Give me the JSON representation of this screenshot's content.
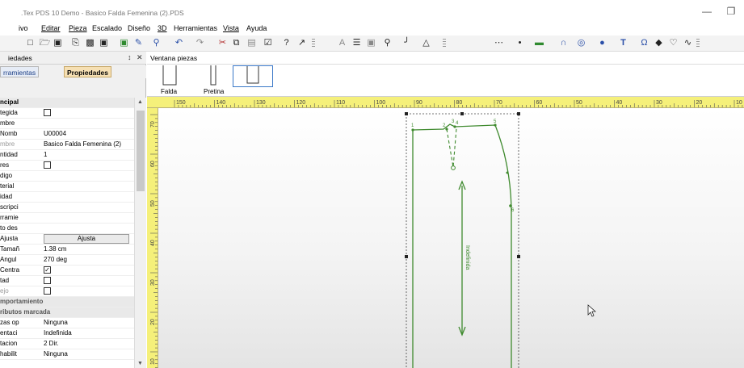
{
  "window": {
    "title": ".Tex PDS 10 Demo - Basico Falda Femenina (2).PDS",
    "minimize_glyph": "—",
    "restore_glyph": "❐"
  },
  "menu": [
    "ivo",
    "Editar",
    "Pieza",
    "Escalado",
    "Diseño",
    "3D",
    "Herramientas",
    "Vista",
    "Ayuda"
  ],
  "toolbar": {
    "icons": [
      "new-file-icon",
      "open-folder-icon",
      "save-icon",
      "print-icon",
      "printer-setup-icon",
      "screen-icon",
      "grid-toggle-icon",
      "pattern-icon",
      "zoom-icon",
      "undo-icon",
      "redo-icon",
      "cut-icon",
      "copy-icon",
      "paste-icon",
      "check-icon",
      "help-icon",
      "context-help-icon",
      "text-tool-icon",
      "stack-icon",
      "library-icon",
      "measure-icon",
      "trace-icon",
      "mirror-icon",
      "notch-icon",
      "point-icon",
      "line-icon",
      "arc-icon",
      "circle-icon",
      "fill-icon",
      "text-T-icon",
      "pleat-icon",
      "dart-icon",
      "curve-icon"
    ]
  },
  "left_panel": {
    "header": "iedades",
    "pin_glyph": "↕",
    "close_glyph": "✕",
    "tabs": [
      "rramientas",
      "Propiedades"
    ],
    "rows": [
      {
        "type": "section",
        "label": "ncipal"
      },
      {
        "type": "check",
        "label": "tegida",
        "checked": false
      },
      {
        "type": "text",
        "label": "mbre",
        "value": ""
      },
      {
        "type": "text",
        "label": "Nomb",
        "value": "U00004"
      },
      {
        "type": "text",
        "label": "mbre",
        "value": "Basico Falda Femenina (2)",
        "dim": true
      },
      {
        "type": "text",
        "label": "ntidad",
        "value": "1"
      },
      {
        "type": "check",
        "label": "res",
        "checked": false
      },
      {
        "type": "text",
        "label": "digo",
        "value": ""
      },
      {
        "type": "text",
        "label": "terial",
        "value": ""
      },
      {
        "type": "text",
        "label": "idad",
        "value": ""
      },
      {
        "type": "text",
        "label": "scripci",
        "value": ""
      },
      {
        "type": "text",
        "label": "rramie",
        "value": ""
      },
      {
        "type": "text",
        "label": "to des",
        "value": ""
      },
      {
        "type": "button",
        "label": "Ajusta",
        "value": "Ajusta"
      },
      {
        "type": "text",
        "label": "Tamañ",
        "value": "1.38 cm"
      },
      {
        "type": "text",
        "label": "Angul",
        "value": "270 deg"
      },
      {
        "type": "check",
        "label": "Centra",
        "checked": true
      },
      {
        "type": "check",
        "label": "tad",
        "checked": false
      },
      {
        "type": "check",
        "label": "ejo",
        "checked": false,
        "dim": true
      },
      {
        "type": "section",
        "label": "mportamiento"
      },
      {
        "type": "section",
        "label": "ributos marcada"
      },
      {
        "type": "text",
        "label": "zas op",
        "value": "Ninguna"
      },
      {
        "type": "text",
        "label": "entaci",
        "value": "Indefinida"
      },
      {
        "type": "text",
        "label": "tacion",
        "value": "2 Dir."
      },
      {
        "type": "text",
        "label": "habilit",
        "value": "Ninguna"
      }
    ]
  },
  "pieces_window": {
    "title": "Ventana piezas",
    "pieces": [
      {
        "label": "Falda",
        "selected": false
      },
      {
        "label": "Pretina",
        "selected": false
      },
      {
        "label": "",
        "selected": true
      }
    ]
  },
  "rulers": {
    "horizontal_labels": [
      "150",
      "140",
      "130",
      "120",
      "110",
      "100",
      "90",
      "80",
      "70",
      "60",
      "50",
      "40",
      "30",
      "20",
      "10"
    ],
    "vertical_labels": [
      "70",
      "60",
      "50",
      "40",
      "30",
      "20",
      "10"
    ]
  },
  "canvas": {
    "point_labels": [
      "1",
      "2",
      "3",
      "4",
      "5",
      "6"
    ],
    "grain_label": "Indefinida"
  },
  "colors": {
    "pattern_line": "#3f8a2e",
    "ruler_bg": "#f5f07a",
    "active_tab": "#f6e0b4"
  }
}
